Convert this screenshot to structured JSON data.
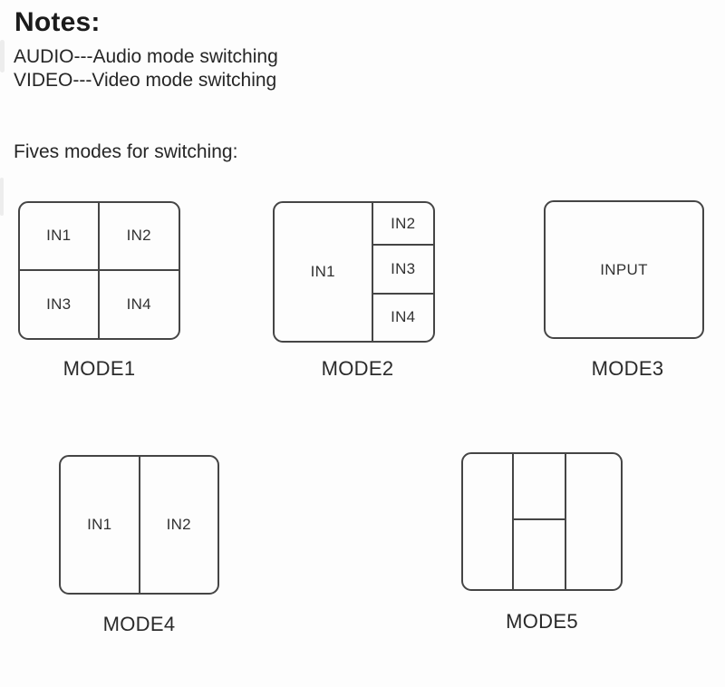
{
  "page": {
    "notes_title": "Notes:",
    "note_lines": [
      "AUDIO---Audio mode switching",
      "VIDEO---Video mode switching"
    ],
    "modes_heading": "Fives modes for switching:"
  },
  "modes": [
    {
      "label": "MODE1",
      "layout": "2x2-quad-split",
      "cells": [
        "IN1",
        "IN2",
        "IN3",
        "IN4"
      ]
    },
    {
      "label": "MODE2",
      "layout": "large-left-plus-3-stacked-right",
      "cells": [
        "IN1",
        "IN2",
        "IN3",
        "IN4"
      ]
    },
    {
      "label": "MODE3",
      "layout": "single-fullscreen",
      "cells": [
        "INPUT"
      ]
    },
    {
      "label": "MODE4",
      "layout": "2-vertical-split",
      "cells": [
        "IN1",
        "IN2"
      ]
    },
    {
      "label": "MODE5",
      "layout": "3-columns-middle-split",
      "cells": []
    }
  ],
  "colors": {
    "line": "#454545",
    "text": "#2a2a2a",
    "title": "#1b1b1b",
    "background": "#fdfdfd"
  }
}
